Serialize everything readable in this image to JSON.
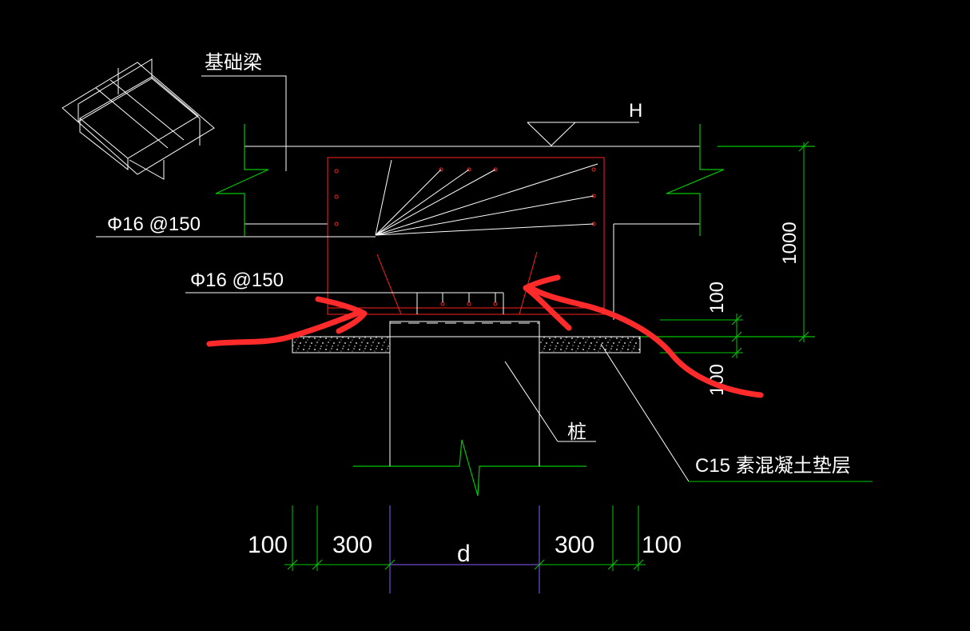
{
  "labels": {
    "foundation_beam": "基础梁",
    "rebar_top": "Φ16 @150",
    "rebar_bottom": "Φ16 @150",
    "elevation": "H",
    "pile": "桩",
    "cushion": "C15 素混凝土垫层",
    "pile_diameter": "d"
  },
  "dimensions": {
    "height_total": "1000",
    "cushion_upper": "100",
    "cushion_lower": "100",
    "bottom_left_outer": "100",
    "bottom_left_inner": "300",
    "bottom_right_inner": "300",
    "bottom_right_outer": "100"
  },
  "colors": {
    "background": "#000000",
    "line_white": "#ffffff",
    "line_green": "#00c800",
    "line_red": "#ff2020",
    "line_purple": "#8a5cff",
    "annotation_red": "#ff2a2a"
  }
}
